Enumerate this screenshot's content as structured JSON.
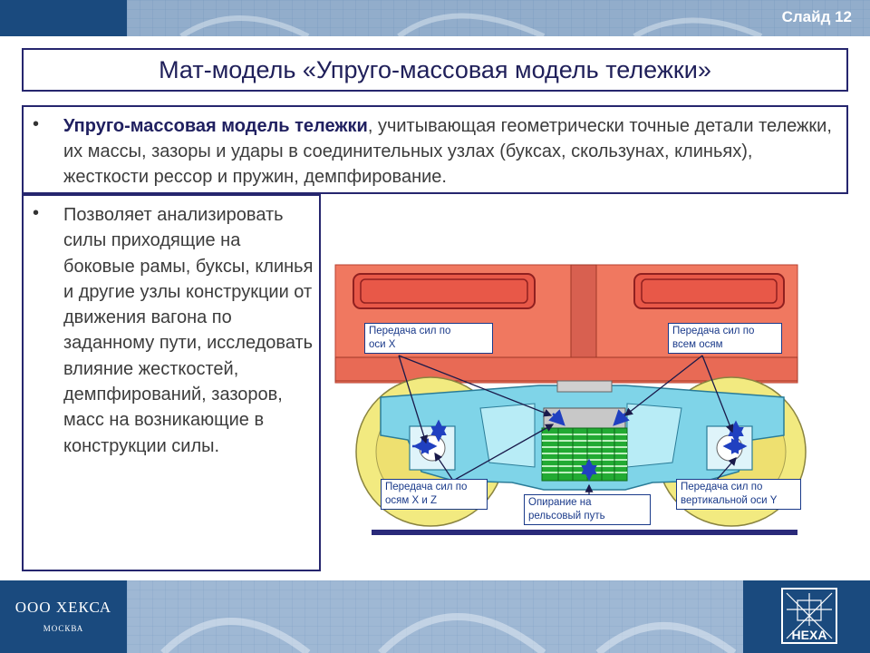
{
  "header": {
    "slide_label": "Слайд 12"
  },
  "title": "Мат-модель «Упруго-массовая модель тележки»",
  "block1": {
    "bullet": "•",
    "bold": "Упруго-массовая модель тележки",
    "rest": ", учитывающая геометрически точные детали тележки, их массы, зазоры и удары в соединительных узлах (буксах, скользунах, клиньях), жесткости рессор и пружин, демпфирование."
  },
  "block2": {
    "bullet": "•",
    "text": "Позволяет анализировать силы приходящие на боковые рамы, буксы, клинья и другие узлы конструкции от движения вагона по заданному пути, исследовать влияние жесткостей, демпфирований, зазоров, масс на возникающие в конструкции силы."
  },
  "diagram_labels": {
    "force_x": [
      "Передача сил по",
      "оси X"
    ],
    "force_all": [
      "Передача сил по",
      "всем осям"
    ],
    "force_xz": [
      "Передача сил по",
      "осям X и Z"
    ],
    "rail_support": [
      "Опирание на",
      "рельсовый путь"
    ],
    "force_y": [
      "Передача сил по",
      "вертикальной оси Y"
    ]
  },
  "footer": {
    "company": "ООО ХЕКСА",
    "city": "МОСКВА",
    "logo_text": "HEXA"
  },
  "colors": {
    "band": "#1a4a7e",
    "frame": "#26266e",
    "car_body": "#f07860",
    "bogie_frame": "#7fd4e8",
    "wheel": "#f2ea80",
    "spring": "#22aa33",
    "rail": "#2a2a7a"
  }
}
